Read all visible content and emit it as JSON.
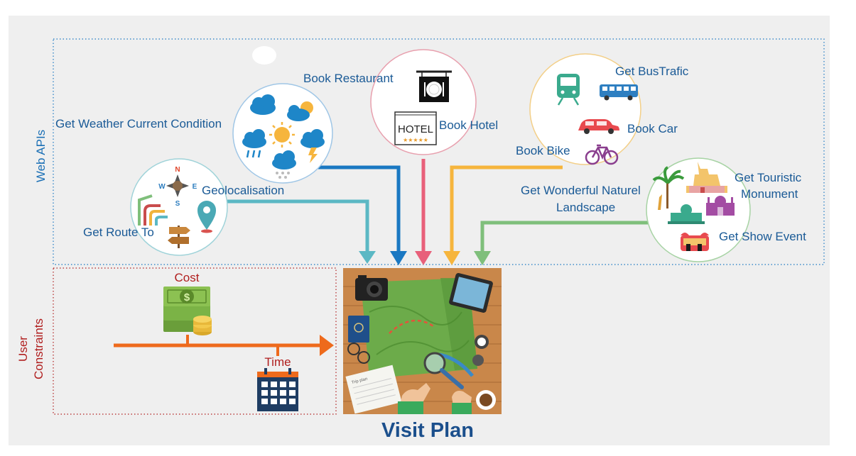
{
  "web_apis": {
    "section_label": "Web APIs",
    "weather": "Get Weather Current Condition",
    "geolocalisation": "Geolocalisation",
    "route": "Get Route To",
    "restaurant": "Book Restaurant",
    "hotel": "Book Hotel",
    "hotel_sign": "HOTEL",
    "hotel_stars": "★★★★★",
    "bus": "Get BusTrafic",
    "car": "Book Car",
    "bike": "Book Bike",
    "landscape_line1": "Get Wonderful Naturel",
    "landscape_line2": "Landscape",
    "monument_line1": "Get Touristic",
    "monument_line2": "Monument",
    "show": "Get Show Event",
    "compass_n": "N",
    "compass_w": "W",
    "compass_e": "E",
    "compass_s": "S"
  },
  "user_constraints": {
    "section_label_line1": "User",
    "section_label_line2": "Constraints",
    "cost": "Cost",
    "time": "Time",
    "money_symbol": "$"
  },
  "output": {
    "title": "Visit Plan",
    "notebook_label": "Trip plan"
  },
  "colors": {
    "weather_arrow": "#1a78c2",
    "geo_arrow": "#5bb8c4",
    "restaurant_arrow": "#e8607a",
    "transport_arrow": "#f6b53d",
    "monument_arrow": "#7fbf7b",
    "constraint_arrow": "#ee6a1c",
    "web_label": "#1a6fb5",
    "constraint_label": "#b01e1e",
    "title": "#1b4f8c"
  }
}
